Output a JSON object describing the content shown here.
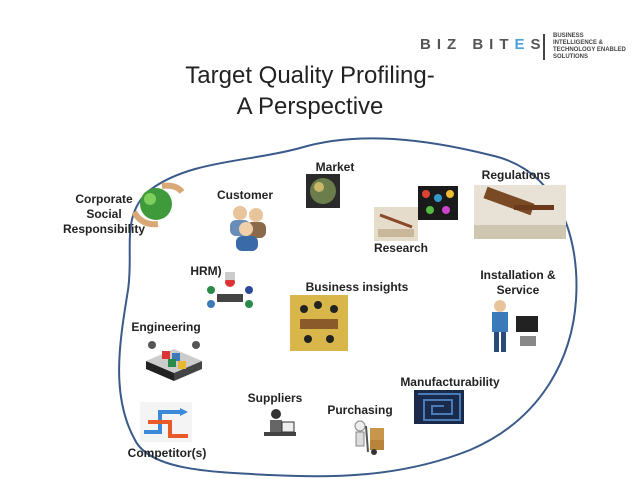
{
  "brand": {
    "name_part1": "BIZ BIT",
    "name_accent": "E",
    "name_part2": "S",
    "tagline_1": "BUSINESS",
    "tagline_2": "INTELLIGENCE &",
    "tagline_3": "TECHNOLOGY ENABLED",
    "tagline_4": "SOLUTIONS"
  },
  "title_line1": "Target Quality Profiling-",
  "title_line2": "A Perspective",
  "labels": {
    "market": "Market",
    "regulations": "Regulations",
    "csr": "Corporate\nSocial\nResponsibility",
    "customer": "Customer",
    "research": "Research",
    "hrm": "HRM)",
    "installation": "Installation &\nService",
    "business_insights": "Business insights",
    "engineering": "Engineering",
    "manufacturability": "Manufacturability",
    "suppliers": "Suppliers",
    "purchasing": "Purchasing",
    "competitors": "Competitor(s)"
  },
  "colors": {
    "loop": "#3a5a8a",
    "accent": "#4aa3d8"
  }
}
